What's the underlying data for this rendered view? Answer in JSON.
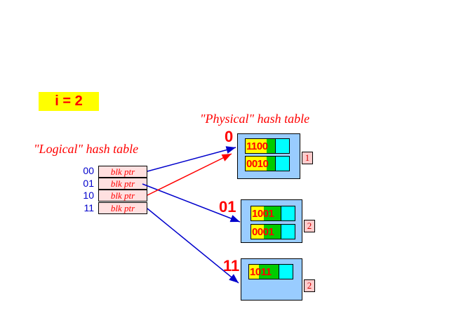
{
  "global_depth": {
    "label": "i = 2"
  },
  "titles": {
    "physical": "\"Physical\" hash table",
    "logical": "\"Logical\" hash table"
  },
  "logical_table": [
    {
      "index": "00",
      "pointer": "blk ptr",
      "target": "0"
    },
    {
      "index": "01",
      "pointer": "blk ptr",
      "target": "01"
    },
    {
      "index": "10",
      "pointer": "blk ptr",
      "target": "0"
    },
    {
      "index": "11",
      "pointer": "blk ptr",
      "target": "11"
    }
  ],
  "buckets": [
    {
      "label": "0",
      "local_depth": "1",
      "records": [
        "1100",
        "0010"
      ]
    },
    {
      "label": "01",
      "local_depth": "2",
      "records": [
        "1001",
        "0001"
      ]
    },
    {
      "label": "11",
      "local_depth": "2",
      "records": [
        "1011"
      ]
    }
  ],
  "colors": {
    "arrow_default": "#0000cc",
    "arrow_highlight": "#ff0000",
    "block_fill": "#99ccff",
    "record_key": "#ffff00",
    "record_hash_bits": "#00cc00",
    "record_slot": "#00ffff"
  }
}
